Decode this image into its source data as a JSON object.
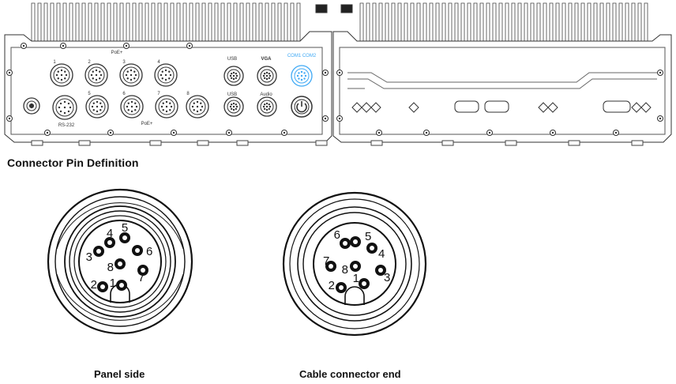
{
  "section_title": "Connector Pin Definition",
  "device": {
    "port_labels": {
      "poe_top": "PoE+",
      "poe_bottom": "PoE+",
      "rs": "RS-232",
      "vga": "VGA",
      "audio": "Audio",
      "com": "COM1 COM2",
      "usb_top": "USB",
      "usb_bottom": "USB"
    },
    "port_numbers_top": [
      "1",
      "2",
      "3",
      "4"
    ],
    "port_numbers_bottom": [
      "5",
      "6",
      "7",
      "8"
    ]
  },
  "connectors": [
    {
      "caption": "Panel side",
      "pins": [
        {
          "label": "1"
        },
        {
          "label": "2"
        },
        {
          "label": "3"
        },
        {
          "label": "4"
        },
        {
          "label": "5"
        },
        {
          "label": "6"
        },
        {
          "label": "7"
        },
        {
          "label": "8"
        }
      ]
    },
    {
      "caption": "Cable connector end",
      "pins": [
        {
          "label": "1"
        },
        {
          "label": "2"
        },
        {
          "label": "3"
        },
        {
          "label": "4"
        },
        {
          "label": "5"
        },
        {
          "label": "6"
        },
        {
          "label": "7"
        },
        {
          "label": "8"
        }
      ]
    }
  ],
  "colors": {
    "line": "#333333",
    "accent": "#3fa9f5",
    "pin": "#111111"
  }
}
